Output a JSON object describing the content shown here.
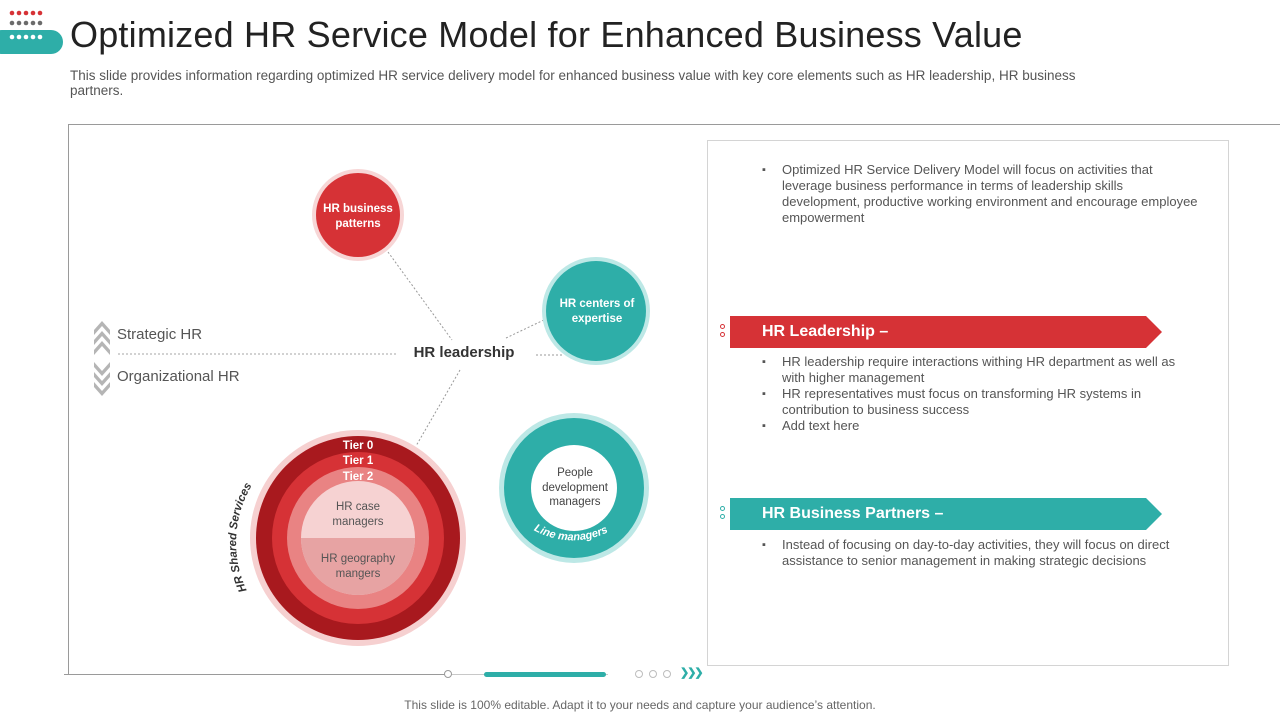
{
  "slide": {
    "title": "Optimized HR Service Model for Enhanced Business Value",
    "subtitle": "This slide provides information regarding optimized HR service delivery model for enhanced business value with key core elements such as HR leadership, HR business partners.",
    "footer": "This slide is 100% editable. Adapt it to your needs and capture your audience’s attention."
  },
  "diagram": {
    "center_label": "HR leadership",
    "strategic_label": "Strategic HR",
    "organizational_label": "Organizational HR",
    "bubble_business": [
      "HR business",
      "patterns"
    ],
    "bubble_expertise": [
      "HR centers of",
      "expertise"
    ],
    "bubble_people": [
      "People",
      "development",
      "managers"
    ],
    "line_managers": "Line managers",
    "shared_services": "HR Shared Services",
    "tier0": "Tier 0",
    "tier1": "Tier 1",
    "tier2": "Tier 2",
    "case_managers": [
      "HR case",
      "managers"
    ],
    "geography_managers": [
      "HR geography",
      "mangers"
    ]
  },
  "panel": {
    "intro": "Optimized HR Service Delivery Model will focus on activities that leverage business performance  in terms of leadership skills development, productive working environment and encourage employee empowerment",
    "leadership_title": "HR Leadership –",
    "leadership_bullets": [
      "HR leadership require interactions withing HR department  as well as with higher management",
      "HR representatives  must focus on transforming HR systems in contribution to business success",
      "Add text here"
    ],
    "partners_title": "HR Business Partners –",
    "partners_bullets": [
      "Instead of focusing on day-to-day  activities, they will focus on direct assistance to senior management  in making strategic decisions"
    ]
  },
  "colors": {
    "red": "#d63236",
    "teal": "#2eaea8",
    "dark_red": "#a8191e",
    "pink": "#f6d0d0"
  }
}
